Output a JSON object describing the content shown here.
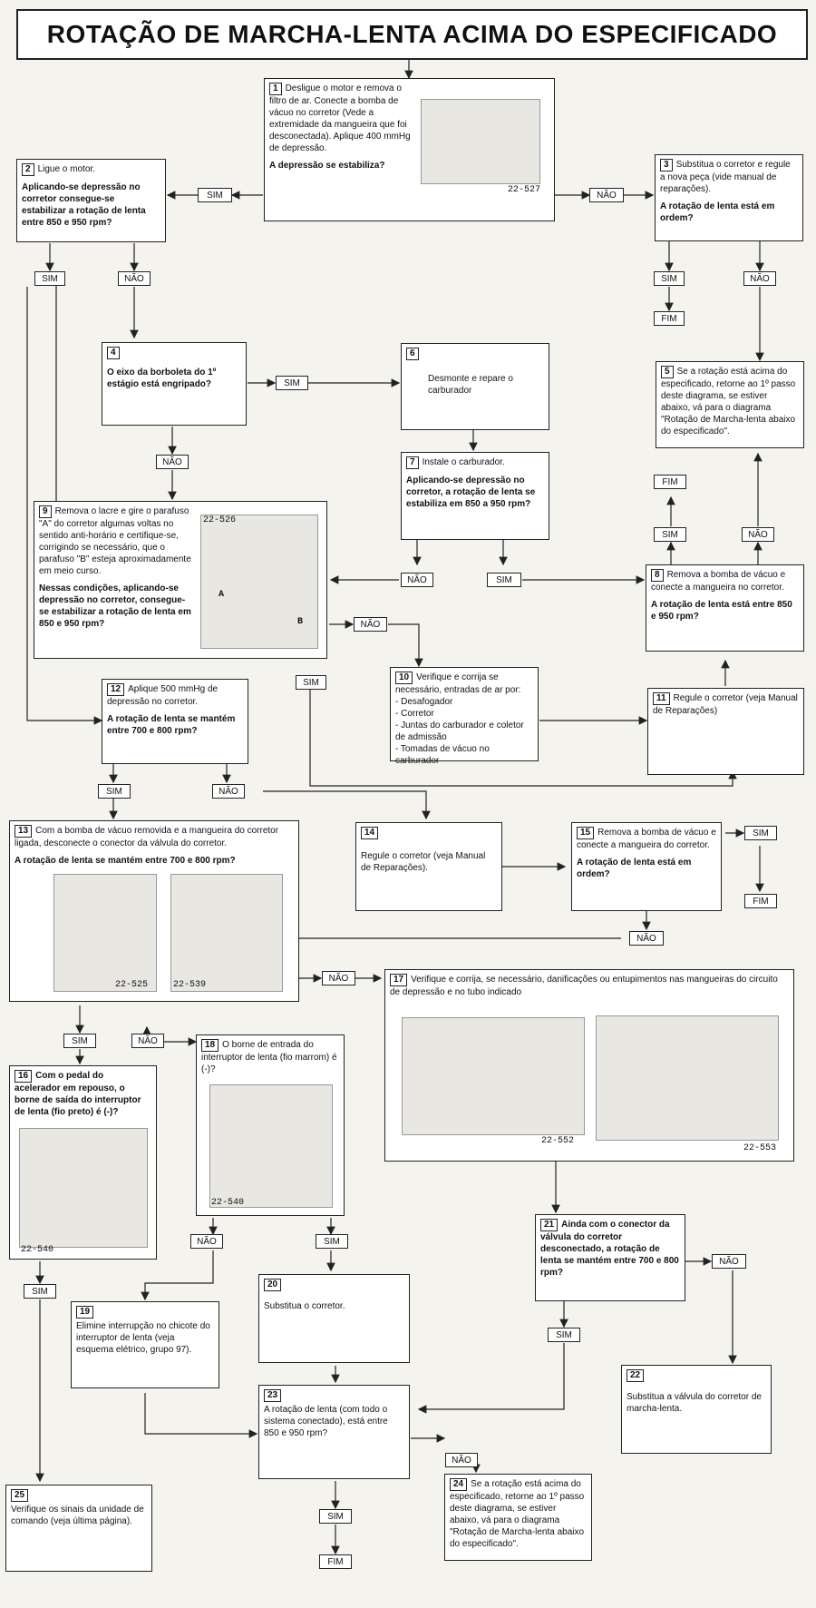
{
  "title": "ROTAÇÃO DE MARCHA-LENTA ACIMA DO ESPECIFICADO",
  "steps": {
    "s1": {
      "num": "1",
      "text": "Desligue o motor e remova o filtro de ar. Conecte a bomba de vácuo no corretor (Vede a extremidade da mangueira que foi desconectada). Aplique 400 mmHg de depressão.",
      "question": "A depressão se estabiliza?",
      "fig": "22-527"
    },
    "s2": {
      "num": "2",
      "text": "Ligue o motor.",
      "question": "Aplicando-se depressão no corretor consegue-se estabilizar a rotação de lenta entre 850 e 950 rpm?"
    },
    "s3": {
      "num": "3",
      "text": "Substitua o corretor e regule a nova peça (vide manual de reparações).",
      "question": "A rotação de lenta está em ordem?"
    },
    "s4": {
      "num": "4",
      "text": "O eixo da borboleta do 1º estágio está engripado?"
    },
    "s5": {
      "num": "5",
      "text": "Se a rotação está acima do especificado, retorne ao 1º passo deste diagrama, se estiver abaixo, vá para o diagrama \"Rotação de Marcha-lenta abaixo do especificado\"."
    },
    "s6": {
      "num": "6",
      "text": "Desmonte e repare o carburador"
    },
    "s7": {
      "num": "7",
      "text": "Instale o carburador.",
      "question": "Aplicando-se depressão no corretor, a rotação de lenta se estabiliza em 850 a 950 rpm?"
    },
    "s8": {
      "num": "8",
      "text": "Remova a bomba de vácuo e conecte a mangueira no corretor.",
      "question": "A rotação de lenta está entre 850 e 950 rpm?"
    },
    "s9": {
      "num": "9",
      "text": "Remova o lacre e gire o parafuso \"A\" do corretor algumas voltas no sentido anti-horário e certifique-se, corrigindo se necessário, que o parafuso \"B\" esteja aproximadamente em meio curso.",
      "question": "Nessas condições, aplicando-se depressão no corretor, consegue-se estabilizar a rotação de lenta em 850 e 950 rpm?",
      "fig": "22-526",
      "label_a": "A",
      "label_b": "B"
    },
    "s10": {
      "num": "10",
      "text": "Verifique e corrija se necessário, entradas de ar por:",
      "items": [
        "- Desafogador",
        "- Corretor",
        "- Juntas do carburador e coletor de admissão",
        "- Tomadas de vácuo no carburador"
      ]
    },
    "s11": {
      "num": "11",
      "text": "Regule o corretor (veja Manual de Reparações)"
    },
    "s12": {
      "num": "12",
      "text": "Aplique 500 mmHg de depressão no corretor.",
      "question": "A rotação de lenta se mantém entre 700 e 800 rpm?"
    },
    "s13": {
      "num": "13",
      "text": "Com a bomba de vácuo removida e a mangueira do corretor ligada, desconecte o conector da válvula do corretor.",
      "question": "A rotação de lenta se mantém entre 700 e 800 rpm?",
      "fig1": "22-525",
      "fig2": "22-539"
    },
    "s14": {
      "num": "14",
      "text": "Regule o corretor (veja Manual de Reparações)."
    },
    "s15": {
      "num": "15",
      "text": "Remova a bomba de vácuo e conecte a mangueira do corretor.",
      "question": "A rotação de lenta está em ordem?"
    },
    "s16": {
      "num": "16",
      "question": "Com o pedal do acelerador em repouso, o borne de saída do interruptor de lenta (fio preto) é (-)?",
      "fig": "22-540"
    },
    "s17": {
      "num": "17",
      "text": "Verifique e corrija, se necessário, danificações ou entupimentos nas mangueiras do circuito de depressão e no tubo indicado",
      "fig1": "22-552",
      "fig2": "22-553"
    },
    "s18": {
      "num": "18",
      "text": "O borne de entrada do interruptor de lenta (fio marrom) é (-)?",
      "fig": "22-540"
    },
    "s19": {
      "num": "19",
      "text": "Elimine interrupção no chicote do interruptor de lenta (veja esquema elétrico, grupo 97)."
    },
    "s20": {
      "num": "20",
      "text": "Substitua o corretor."
    },
    "s21": {
      "num": "21",
      "question": "Ainda com o conector da válvula do corretor desconectado, a rotação de lenta se mantém entre 700 e 800 rpm?"
    },
    "s22": {
      "num": "22",
      "text": "Substitua a válvula do corretor de marcha-lenta."
    },
    "s23": {
      "num": "23",
      "text": "A rotação de lenta (com todo o sistema conectado), está entre 850 e 950 rpm?"
    },
    "s24": {
      "num": "24",
      "text": "Se a rotação está acima do especificado, retorne ao 1º passo deste diagrama, se estiver abaixo, vá para o diagrama \"Rotação de Marcha-lenta abaixo do especificado\"."
    },
    "s25": {
      "num": "25",
      "text": "Verifique os sinais da unidade de comando (veja última página)."
    }
  },
  "labels": {
    "yes": "SIM",
    "no": "NÃO",
    "end": "FIM"
  }
}
